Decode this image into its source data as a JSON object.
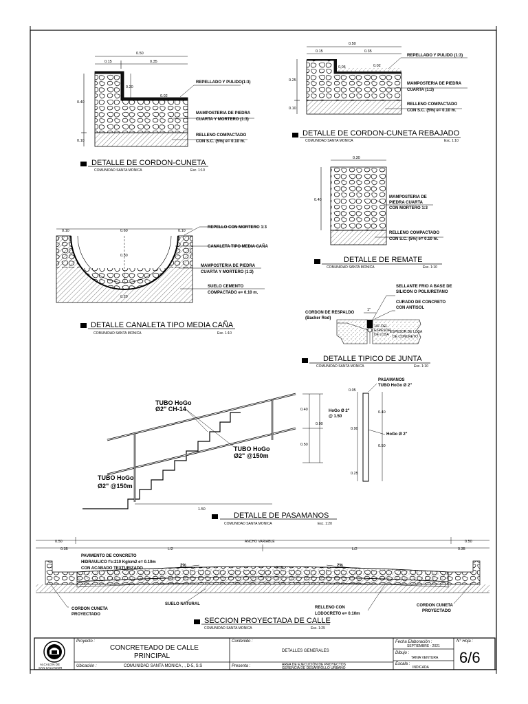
{
  "details": {
    "cordon": {
      "title": "DETALLE DE CORDON-CUNETA",
      "subtitle": "COMUNIDAD SANTA MONICA",
      "scale": "Esc. 1:10",
      "dims": {
        "w": "0.50",
        "w1": "0.15",
        "w2": "0.35",
        "h": "0.40",
        "h1": "0.10",
        "t": "0.20",
        "s": "0.02"
      },
      "labels": [
        "REPELLADO Y PULIDO(1:3)",
        "MAMPOSTERIA DE PIEDRA",
        "CUARTA Y MORTERO (1:3)",
        "RELLENO COMPACTADO",
        "CON S.C. (5%) e= 0.10 m."
      ]
    },
    "cordon_rebajado": {
      "title": "DETALLE DE CORDON-CUNETA REBAJADO",
      "subtitle": "COMUNIDAD SANTA MONICA",
      "scale": "Esc. 1:10",
      "dims": {
        "w": "0.50",
        "w1": "0.15",
        "w2": "0.35",
        "h": "0.25",
        "h1": "0.10",
        "t": "0.05",
        "s": "0.02"
      },
      "labels": [
        "REPELLADO Y PULIDO (1:3)",
        "MAMPOSTERIA DE PIEDRA",
        "CUARTA (1:3)",
        "RELLENO COMPACTADO",
        "CON S.C. (5%) e= 0.10 m."
      ]
    },
    "remate": {
      "title": "DETALLE DE REMATE",
      "subtitle": "COMUNIDAD SANTA MONICA",
      "scale": "Esc. 1:10",
      "dims": {
        "w": "0.30",
        "h": "0.40"
      },
      "labels": [
        "MAMPOSTERIA DE",
        "PIEDRA CUARTA",
        "CON MORTERO 1:3",
        "RELLENO COMPACTADO",
        "CON S.C. (5%) e= 0.10 m."
      ]
    },
    "canaleta": {
      "title": "DETALLE CANALETA TIPO MEDIA CAÑA",
      "subtitle": "COMUNIDAD SANTA MONICA",
      "scale": "Esc. 1:10",
      "dims": {
        "a": "0.10",
        "b": "0.60",
        "c": "0.10",
        "h": "0.30",
        "e": "0.20"
      },
      "labels": [
        "REPELLO CON MORTERO 1:3",
        "CANALETA TIPO MEDIA CAÑA",
        "MAMPOSTERIA DE PIEDRA",
        "CUARTA Y MORTERO (1:3)",
        "SUELO CEMENTO",
        "COMPACTADO e= 0.10 m."
      ]
    },
    "junta": {
      "title": "DETALLE TIPICO DE JUNTA",
      "subtitle": "COMUNIDAD SANTA MONICA",
      "scale": "Esc. 1:10",
      "dims": {
        "w": "1\""
      },
      "labels": [
        "SELLANTE FRIO A BASE DE",
        "SILICON O POLIURETANO",
        "CURADO DE CONCRETO",
        "CON ANTISOL",
        "CORDON DE RESPALDO",
        "(Backer Rod)",
        "ESPESOR DE LOSA",
        "DE CONCRETO",
        "1/4\" DEL",
        "ESPESOR",
        "DE LOSA"
      ]
    },
    "pasamanos": {
      "title": "DETALLE DE PASAMANOS",
      "subtitle": "COMUNIDAD SANTA MONICA",
      "scale": "Esc. 1:20",
      "dims": {
        "a": "0.40",
        "b": "0.90",
        "c": "0.50",
        "len": "1.50",
        "s1": "0.05",
        "s2": "0.40",
        "s3": "0.90",
        "s4": "0.50",
        "s5": "0.25"
      },
      "labels": [
        "TUBO HoGo",
        "Ø2\" CH-14",
        "TUBO HoGo",
        "Ø2\" @150m",
        "TUBO HoGo",
        "Ø2\" @150m",
        "PASAMANOS",
        "TUBO HoGo Ø 2\"",
        "HoGo Ø 2\"",
        "@ 1.50",
        "HoGo Ø 2\""
      ]
    },
    "seccion": {
      "title": "SECCION PROYECTADA DE CALLE",
      "subtitle": "COMUNIDAD SANTA MONICA",
      "scale": "Esc. 1:25",
      "dims": {
        "a": "0.50",
        "b": "ANCHO VARIABLE",
        "c": "0.50",
        "d": "0.35",
        "half": "L/2",
        "half2": "L/2",
        "e": "0.35",
        "t": "0.10",
        "s1": "2%",
        "s2": "2%"
      },
      "labels": [
        "PAVIMENTO DE CONCRETO",
        "HIDRAULICO f'c:210 Kg/cm2 e= 0.10m",
        "CON ACABADO TEXTURIZADO",
        "CORDON CUNETA",
        "PROYECTADO",
        "SUELO NATURAL",
        "RELLENO CON",
        "LODOCRETO e= 0.10m",
        "CORDON CUNETA",
        "PROYECTADO"
      ]
    }
  },
  "title_block": {
    "logo_text": [
      "ALCALDIA DE",
      "SAN SALVADOR"
    ],
    "proyecto_label": "Proyecto :",
    "proyecto": [
      "CONCRETEADO DE CALLE",
      "PRINCIPAL"
    ],
    "ubicacion_label": "Ubicación :",
    "ubicacion": "COMUNIDAD SANTA MONICA , , D-5, S.S",
    "contenido_label": "Contenido :",
    "contenido": "DETALLES GENERALES",
    "presenta_label": "Presenta :",
    "presenta": [
      "AREA DE EJECUCIÓN DE PROYECTOS",
      "GERENCIA DE DESARROLLO URBANO"
    ],
    "fecha_label": "Fecha Elaboración :",
    "fecha": "SEPTIEMBRE - 2021",
    "dibujo_label": "Dibujo :",
    "dibujo": "TANIA VENTURA",
    "escala_label": "Escala :",
    "escala": "INDICADA",
    "hoja_label": "N° Hoja :",
    "hoja": "6/6"
  }
}
